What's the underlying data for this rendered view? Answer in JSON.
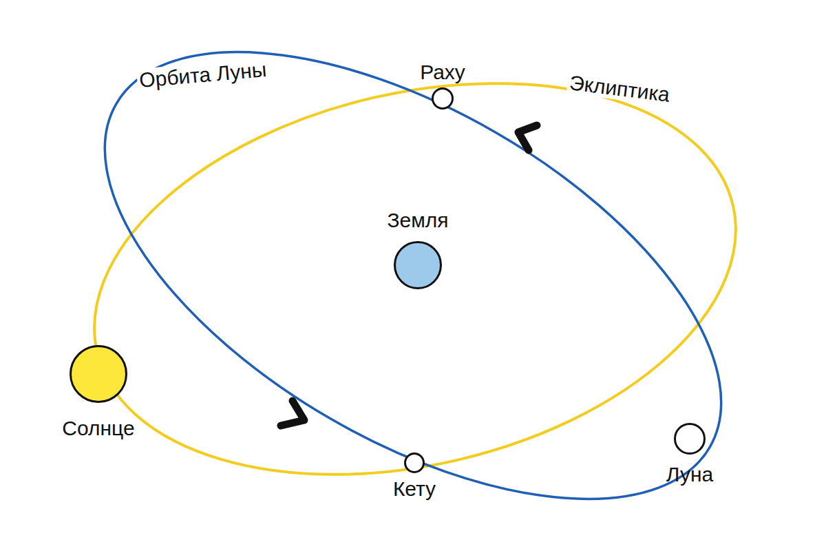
{
  "diagram": {
    "nodes": [
      {
        "text": [
          "Раху"
        ]
      },
      {
        "text": [
          "Земля"
        ]
      },
      {
        "text": [
          "Солнце"
        ]
      },
      {
        "text": [
          "Кету"
        ]
      },
      {
        "text": [
          "Луна"
        ]
      }
    ],
    "labels": [
      "Орбита Луны",
      "Эклиптика"
    ]
  }
}
